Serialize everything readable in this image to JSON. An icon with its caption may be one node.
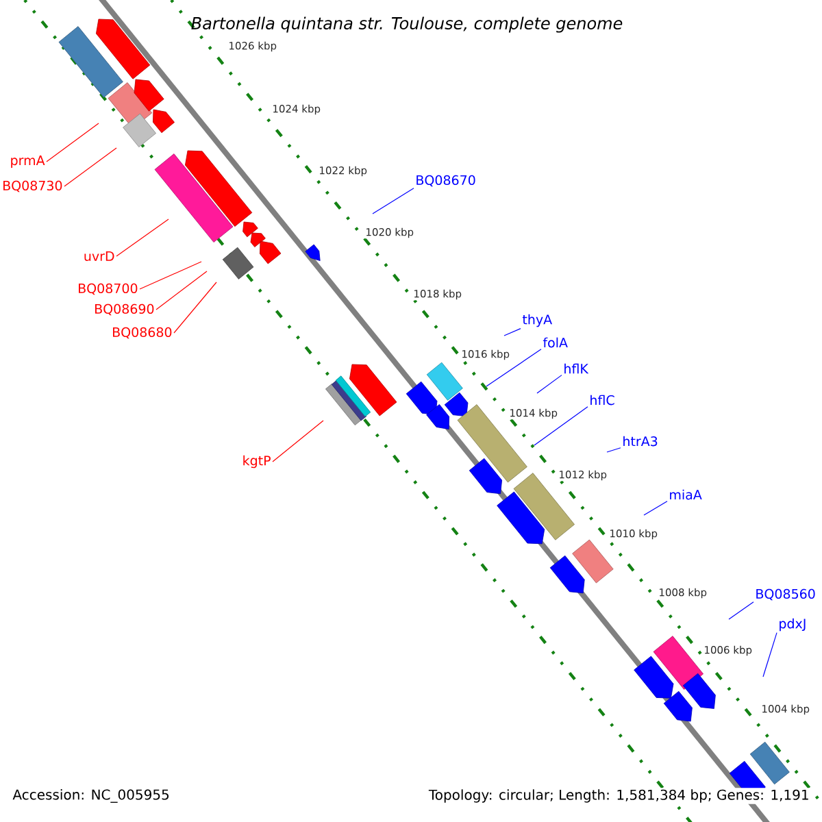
{
  "diagram": {
    "title": "Bartonella quintana str. Toulouse, complete genome",
    "nodes": [
      {
        "text": [
          "prmA"
        ]
      },
      {
        "text": [
          "BQ08730"
        ]
      },
      {
        "text": [
          "BQ08670"
        ]
      },
      {
        "text": [
          "uvrD"
        ]
      },
      {
        "text": [
          "BQ08700"
        ]
      },
      {
        "text": [
          "BQ08690"
        ]
      },
      {
        "text": [
          "BQ08680"
        ]
      },
      {
        "text": [
          "thyA"
        ]
      },
      {
        "text": [
          "folA"
        ]
      },
      {
        "text": [
          "hflK"
        ]
      },
      {
        "text": [
          "hflC"
        ]
      },
      {
        "text": [
          "htrA3"
        ]
      },
      {
        "text": [
          "kgtP"
        ]
      },
      {
        "text": [
          "miaA"
        ]
      },
      {
        "text": [
          "BQ08560"
        ]
      },
      {
        "text": [
          "pdxJ"
        ]
      }
    ],
    "edges": [
      {
        "from": 0,
        "to": null,
        "arrow": "none",
        "color": "#ff0000"
      },
      {
        "from": 1,
        "to": null,
        "arrow": "none",
        "color": "#ff0000"
      },
      {
        "from": 2,
        "to": null,
        "arrow": "none"
      },
      {
        "from": 3,
        "to": null,
        "arrow": "none",
        "color": "#ff0000"
      },
      {
        "from": 4,
        "to": null,
        "arrow": "none",
        "color": "#ff0000"
      },
      {
        "from": 5,
        "to": null,
        "arrow": "none",
        "color": "#ff0000"
      },
      {
        "from": 6,
        "to": null,
        "arrow": "none",
        "color": "#ff0000"
      },
      {
        "from": 7,
        "to": null,
        "arrow": "none"
      },
      {
        "from": 8,
        "to": null,
        "arrow": "none"
      },
      {
        "from": 9,
        "to": null,
        "arrow": "none"
      },
      {
        "from": 10,
        "to": null,
        "arrow": "none"
      },
      {
        "from": 11,
        "to": null,
        "arrow": "none"
      },
      {
        "from": 12,
        "to": null,
        "arrow": "none",
        "color": "#ff0000"
      },
      {
        "from": 13,
        "to": null,
        "arrow": "none"
      },
      {
        "from": 14,
        "to": null,
        "arrow": "none"
      },
      {
        "from": 15,
        "to": null,
        "arrow": "none"
      }
    ],
    "labels": [
      "1026 kbp",
      "1024 kbp",
      "1022 kbp",
      "1020 kbp",
      "1018 kbp",
      "1016 kbp",
      "1014 kbp",
      "1012 kbp",
      "1010 kbp",
      "1008 kbp",
      "1006 kbp",
      "1004 kbp",
      "Accession: NC_005955",
      "Topology: circular; Length: 1,581,384 bp; Genes: 1,191"
    ]
  }
}
